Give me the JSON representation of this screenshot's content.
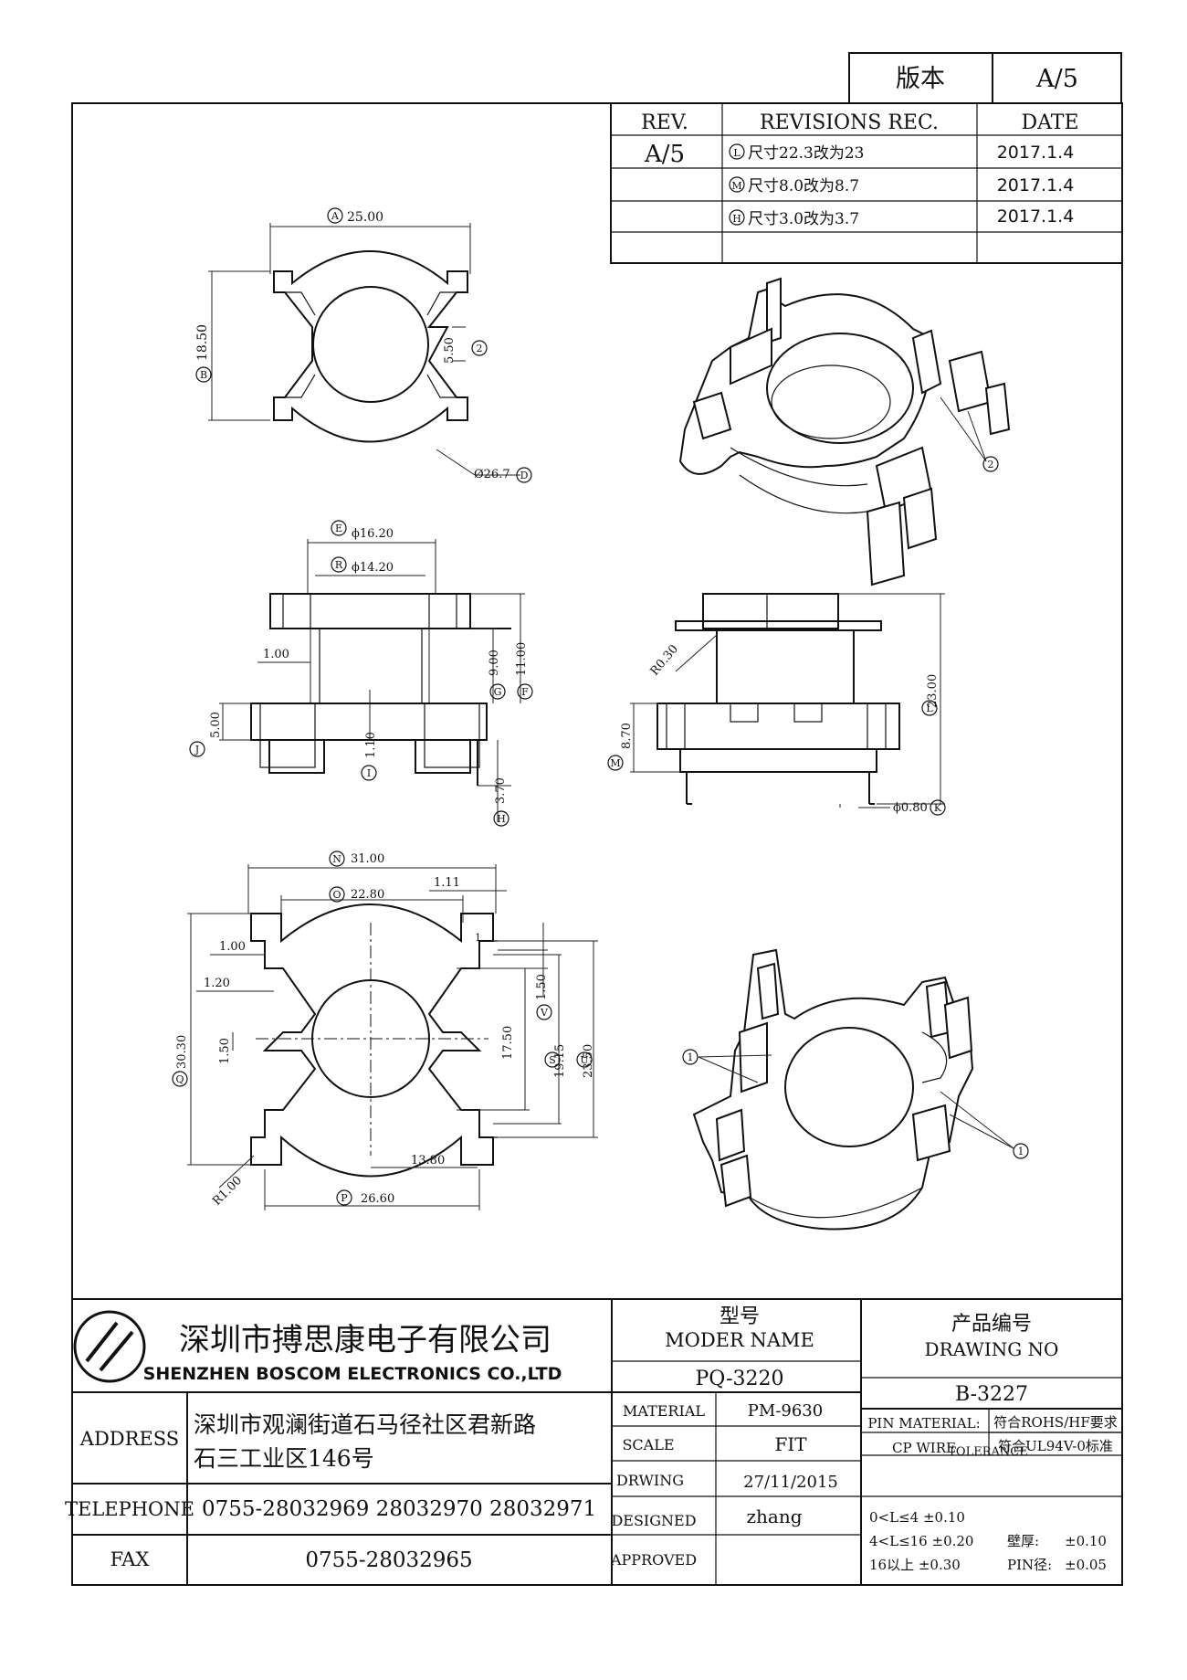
{
  "version_box": {
    "label": "版本",
    "value": "A/5"
  },
  "revisions": {
    "headers": {
      "rev": "REV.",
      "rec": "REVISIONS REC.",
      "date": "DATE"
    },
    "rev_value": "A/5",
    "rows": [
      {
        "mark": "L",
        "text": "尺寸22.3改为23",
        "date": "2017.1.4"
      },
      {
        "mark": "M",
        "text": "尺寸8.0改为8.7",
        "date": "2017.1.4"
      },
      {
        "mark": "H",
        "text": "尺寸3.0改为3.7",
        "date": "2017.1.4"
      }
    ]
  },
  "top_view": {
    "dims": {
      "A": "25.00",
      "B": "18.50",
      "s550": "5.50",
      "D": "Ø26.7"
    },
    "marks": {
      "A": "A",
      "B": "B",
      "two": "2",
      "D": "D"
    }
  },
  "front_view": {
    "dims": {
      "E": "ϕ16.20",
      "R": "ϕ14.20",
      "d100": "1.00",
      "G": "9.00",
      "F": "11.00",
      "J": "5.00",
      "I": "1.10",
      "H": "3.70"
    },
    "marks": {
      "E": "E",
      "R": "R",
      "G": "G",
      "F": "F",
      "J": "J",
      "I": "I",
      "H": "H"
    }
  },
  "side_view": {
    "dims": {
      "r": "R0.30",
      "L": "23.00",
      "M": "8.70",
      "K": "ϕ0.80"
    },
    "marks": {
      "L": "L",
      "M": "M",
      "K": "K"
    }
  },
  "bottom_view": {
    "dims": {
      "N": "31.00",
      "O": "22.80",
      "d111": "1.11",
      "d100": "1.00",
      "d120": "1.20",
      "Q": "30.30",
      "d150": "1.50",
      "V": "1.50",
      "d1750": "17.50",
      "S": "19.15",
      "U": "23.50",
      "d1380": "13.80",
      "r100": "R1.00",
      "P": "26.60"
    },
    "marks": {
      "N": "N",
      "O": "O",
      "Q": "Q",
      "V": "V",
      "S": "S",
      "U": "U",
      "P": "P",
      "one": "1"
    }
  },
  "iso_marks": {
    "two": "2",
    "one_left": "1",
    "one_right": "1"
  },
  "title_block": {
    "company_cn": "深圳市搏思康电子有限公司",
    "company_en": "SHENZHEN BOSCOM ELECTRONICS CO.,LTD",
    "address_label": "ADDRESS",
    "address_line1": "深圳市观澜街道石马径社区君新路",
    "address_line2": "石三工业区146号",
    "telephone_label": "TELEPHONE",
    "telephone": "0755-28032969 28032970 28032971",
    "fax_label": "FAX",
    "fax": "0755-28032965",
    "model_cn": "型号",
    "model_en": "MODER NAME",
    "model_value": "PQ-3220",
    "drawing_cn": "产品编号",
    "drawing_en": "DRAWING NO",
    "drawing_value": "B-3227",
    "material_label": "MATERIAL",
    "material_value": "PM-9630",
    "scale_label": "SCALE",
    "scale_value": "FIT",
    "drwing_label": "DRWING",
    "drwing_value": "27/11/2015",
    "designed_label": "DESIGNED",
    "designed_value": "zhang",
    "approved_label": "APPROVED",
    "pin_material_label": "PIN MATERIAL:",
    "pin_material_value": "符合ROHS/HF要求",
    "cp_wire_label": "CP WIRE",
    "cp_wire_value": "符合UL94V-0标准",
    "tolerance_label": "TOLERANCE",
    "tol1": "0<L≤4 ±0.10",
    "tol2": "4<L≤16 ±0.20",
    "tol3": "16以上    ±0.30",
    "wall_label": "壁厚:",
    "wall_value": "±0.10",
    "pin_dia_label": "PIN径:",
    "pin_dia_value": "±0.05"
  }
}
